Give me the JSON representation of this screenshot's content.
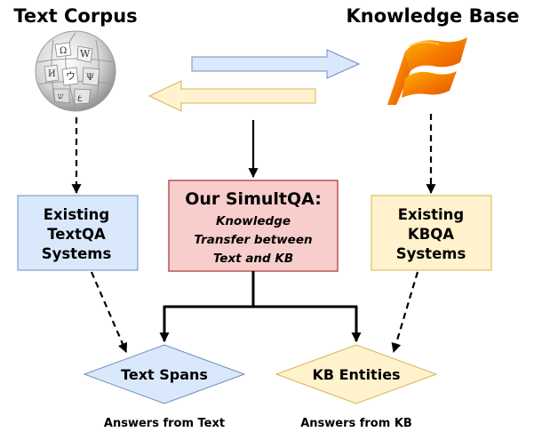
{
  "headers": {
    "text_corpus": "Text Corpus",
    "knowledge_base": "Knowledge Base"
  },
  "boxes": {
    "textqa": [
      "Existing",
      "TextQA",
      "Systems"
    ],
    "simultqa_title": "Our SimultQA:",
    "simultqa_sub": [
      "Knowledge",
      "Transfer between",
      "Text and KB"
    ],
    "kbqa": [
      "Existing",
      "KBQA",
      "Systems"
    ]
  },
  "outputs": {
    "text_spans": "Text Spans",
    "kb_entities": "KB Entities"
  },
  "captions": {
    "from_text": "Answers from Text",
    "from_kb": "Answers from KB"
  },
  "icons": {
    "text_corpus": "wikipedia-globe-icon",
    "knowledge_base": "freebase-logo-icon"
  },
  "colors": {
    "blue_fill": "#dae8fc",
    "blue_stroke": "#6c8ebf",
    "yellow_fill": "#fff2cc",
    "yellow_stroke": "#d6b656",
    "red_fill": "#f8cecc",
    "red_stroke": "#b85450",
    "logo_orange": "#f57c00"
  }
}
